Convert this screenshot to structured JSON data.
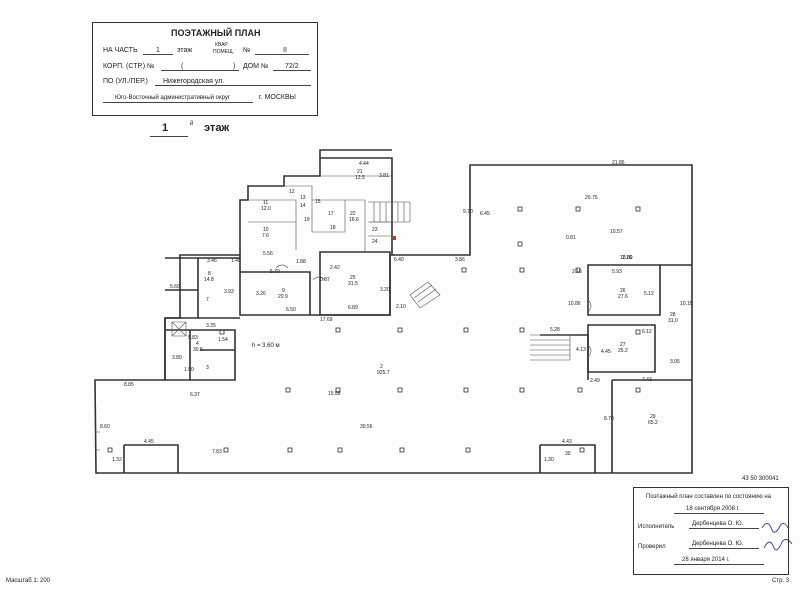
{
  "header": {
    "title": "ПОЭТАЖНЫЙ ПЛАН",
    "part_label": "НА ЧАСТЬ",
    "part_value": "1",
    "floor_label": "этаж",
    "kvar_label": "КВАР",
    "pomesh_label": "ПОМЕЩ.",
    "no_label": "№",
    "no_value": "II",
    "korp_label": "КОРП. (СТР.) №",
    "korp_value": "(",
    "korp_paren": ")",
    "dom_label": "ДОМ №",
    "dom_value": "72/2",
    "street_label": "ПО (УЛ./ПЕР.)",
    "street_value": "Нижегородская ул.",
    "district": "Юго-Восточный административный округ",
    "city": "г. МОСКВЫ"
  },
  "floor_title": {
    "number": "1",
    "suffix": "й",
    "label": "этаж"
  },
  "height_note": "h = 3.60 м",
  "rooms": [
    {
      "n": "2",
      "area": "925.7"
    },
    {
      "n": "3",
      "area": ""
    },
    {
      "n": "4",
      "area": "30.5"
    },
    {
      "n": "7",
      "area": ""
    },
    {
      "n": "8",
      "area": "14.8"
    },
    {
      "n": "9",
      "area": "20.9"
    },
    {
      "n": "10",
      "area": "7.6"
    },
    {
      "n": "11",
      "area": "12.0"
    },
    {
      "n": "12",
      "area": ""
    },
    {
      "n": "13",
      "area": ""
    },
    {
      "n": "14",
      "area": ""
    },
    {
      "n": "15",
      "area": ""
    },
    {
      "n": "17",
      "area": ""
    },
    {
      "n": "18",
      "area": ""
    },
    {
      "n": "19",
      "area": ""
    },
    {
      "n": "21",
      "area": "12.5"
    },
    {
      "n": "22",
      "area": "16.6"
    },
    {
      "n": "23",
      "area": ""
    },
    {
      "n": "24",
      "area": ""
    },
    {
      "n": "25",
      "area": "31.5"
    },
    {
      "n": "26",
      "area": "27.6"
    },
    {
      "n": "27",
      "area": "25.2"
    },
    {
      "n": "28",
      "area": "31.0"
    },
    {
      "n": "29",
      "area": "65.2"
    },
    {
      "n": "30",
      "area": ""
    }
  ],
  "dimensions": [
    "21.86",
    "20.75",
    "9.70",
    "6.45",
    "10.57",
    "0.81",
    "2.15",
    "5.93",
    "2.16",
    "3.46",
    "1.40",
    "1.88",
    "5.70",
    "2.42",
    "5.56",
    "4.44",
    "3.81",
    "6.89",
    "6.50",
    "3.26",
    "0.87",
    "3.20",
    "6.40",
    "3.86",
    "10.86",
    "10.80",
    "2.10",
    "17.69",
    "5.28",
    "5.83",
    "1.54",
    "3.35",
    "1.90",
    "3.80",
    "5.12",
    "3.93",
    "15.58",
    "30.56",
    "4.45",
    "4.43",
    "1.32",
    "1.30",
    "7.83",
    "6.37",
    "8.85",
    "8.60",
    "4.13",
    "4.45",
    "7.43",
    "2.49",
    "8.70",
    "3.05",
    "6.12",
    "10.15",
    "5.60"
  ],
  "sheet_code": "43 50 300041",
  "stamp": {
    "line1": "Поэтажный план составлен по состоянию на",
    "date1": "18 сентября 2008 г.",
    "executor_label": "Исполнитель",
    "executor_name": "Дербенцева О. Ю.",
    "checker_label": "Проверил",
    "checker_name": "Дербенцева О. Ю.",
    "date2": "28 января 2014 г."
  },
  "scale": "Масштаб 1: 200",
  "page": "Стр. 3"
}
